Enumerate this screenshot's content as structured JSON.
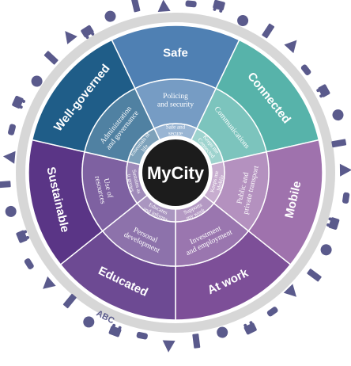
{
  "center": {
    "title": "MyCity"
  },
  "colors": {
    "safe": "#4f80b3",
    "connected": "#57b3aa",
    "mobile": "#9f72ad",
    "atwork": "#7d4f98",
    "educated": "#6d4a93",
    "sustainable": "#5a3586",
    "wellgoverned": "#1f5d88",
    "rim": "#d7d7d7",
    "icon": "#5a5a8c"
  },
  "segments": [
    {
      "key": "safe",
      "outer": "Safe",
      "middle": "Policing\nand security",
      "inner": "Safe and\nsecure"
    },
    {
      "key": "connected",
      "outer": "Connected",
      "middle": "Communications",
      "inner": "Keeps me\nConnected"
    },
    {
      "key": "mobile",
      "outer": "Mobile",
      "middle": "Public and\nprivate transport",
      "inner": "Keeps me\nMobile"
    },
    {
      "key": "atwork",
      "outer": "At work",
      "middle": "Investment\nand employment",
      "inner": "Supports\nmy work"
    },
    {
      "key": "educated",
      "outer": "Educated",
      "middle": "Personal\ndevelopment",
      "inner": "Educates\nand informs"
    },
    {
      "key": "sustainable",
      "outer": "Sustainable",
      "middle": "Use of\nresources",
      "inner": "Sustains as\nit grows"
    },
    {
      "key": "wellgoverned",
      "outer": "Well-governed",
      "middle": "Administration\nand governance",
      "inner": "Essentials of\nlife"
    }
  ],
  "rim_text": "ABC",
  "icons": [
    "police-car-icon",
    "taxi-icon",
    "padlock-icon",
    "cctv-icon",
    "key-icon",
    "fire-extinguisher-icon",
    "satellite-dish-icon",
    "phone-icon",
    "laptop-icon",
    "mobile-phone-icon",
    "wifi-mast-icon",
    "bus-icon",
    "bicycle-icon",
    "car-icon",
    "airplane-icon",
    "helicopter-icon",
    "rocket-icon",
    "factory-icon",
    "skyscraper-icon",
    "office-building-icon",
    "lamp-icon",
    "tree-icon",
    "book-icon",
    "graduation-cap-icon",
    "globe-icon",
    "abacus-icon",
    "pen-icon",
    "flower-icon",
    "wind-turbine-icon",
    "footprint-icon",
    "light-bulb-icon",
    "leaf-icon",
    "recycle-icon",
    "water-drop-icon",
    "parliament-icon",
    "sun-icon",
    "justice-scales-icon",
    "gavel-icon",
    "hand-icon"
  ]
}
